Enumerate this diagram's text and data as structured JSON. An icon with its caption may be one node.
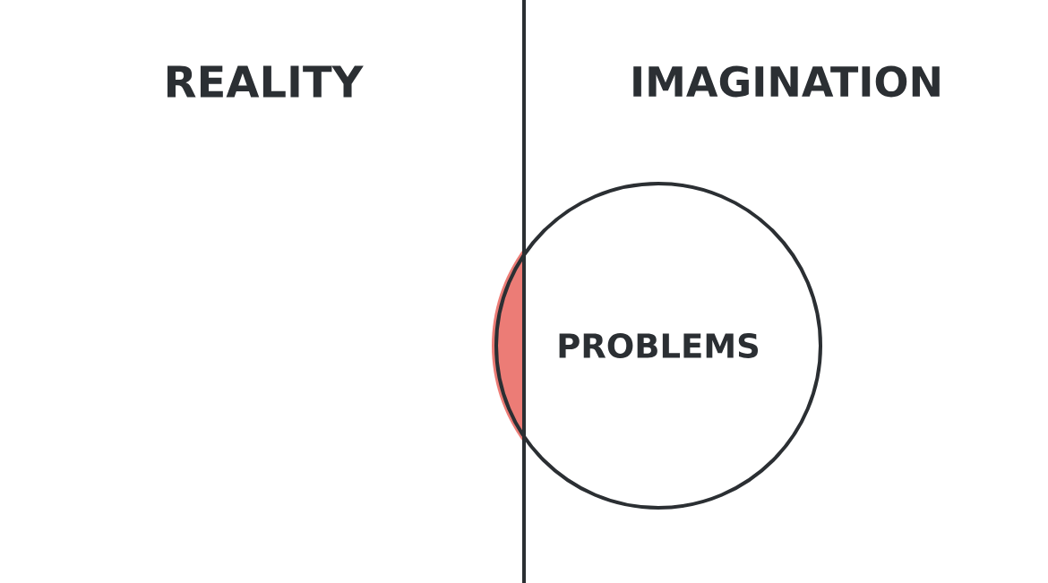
{
  "diagram": {
    "nodes": [
      {
        "text": [
          "PROBLEMS"
        ]
      }
    ],
    "labels": [
      "REALITY",
      "IMAGINATION"
    ]
  }
}
